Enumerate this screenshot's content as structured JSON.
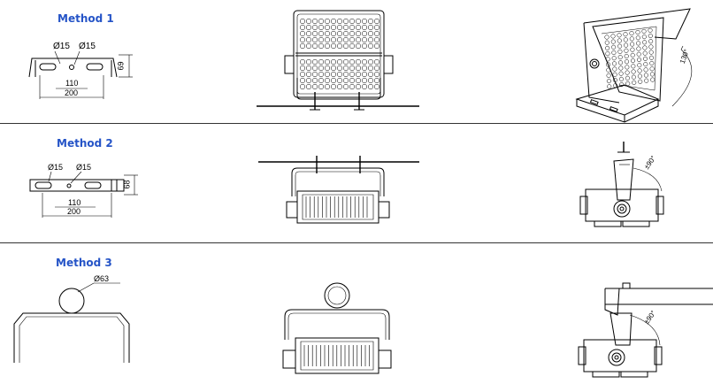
{
  "methods": [
    {
      "title": "Method 1",
      "bracket": {
        "hole_left": "Ø15",
        "hole_right": "Ø15",
        "height": "69",
        "inner_width": "110",
        "outer_width": "200"
      },
      "angle": "130°"
    },
    {
      "title": "Method 2",
      "bracket": {
        "hole_left": "Ø15",
        "hole_right": "Ø15",
        "height": "68",
        "inner_width": "110",
        "outer_width": "200"
      },
      "angle": "±90°"
    },
    {
      "title": "Method 3",
      "bracket": {
        "pipe_diameter": "Ø63"
      },
      "angle": "±90°"
    }
  ],
  "colors": {
    "title": "#2554c7",
    "line": "#000000",
    "separator": "#333333"
  }
}
